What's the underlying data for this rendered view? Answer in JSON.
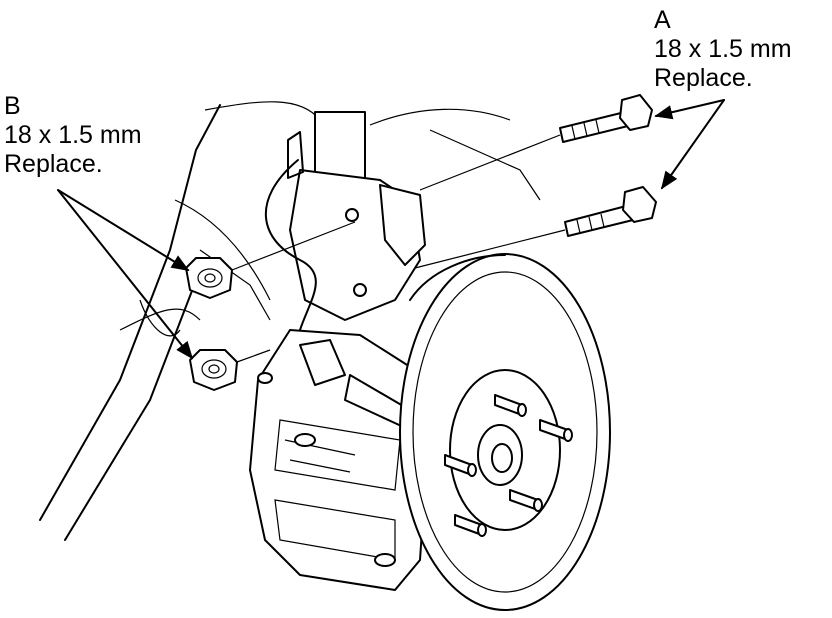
{
  "callouts": {
    "a": {
      "letter": "A",
      "size": "18 x 1.5 mm",
      "note": "Replace."
    },
    "b": {
      "letter": "B",
      "size": "18 x 1.5 mm",
      "note": "Replace."
    }
  }
}
